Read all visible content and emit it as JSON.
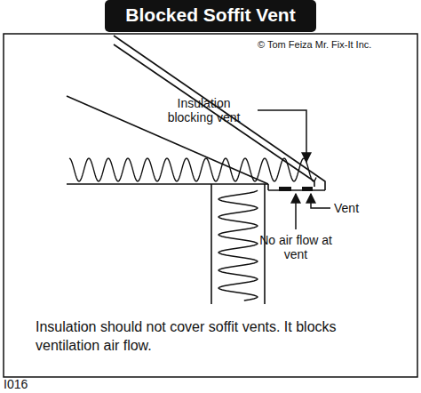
{
  "diagram": {
    "title": "Blocked Soffit Vent",
    "caption": "Insulation should not cover soffit vents. It blocks ventilation air flow.",
    "labels": [
      "© Tom Feiza Mr. Fix-It Inc.",
      "Insulation blocking vent",
      "Vent",
      "No air flow at vent",
      "I016"
    ]
  }
}
